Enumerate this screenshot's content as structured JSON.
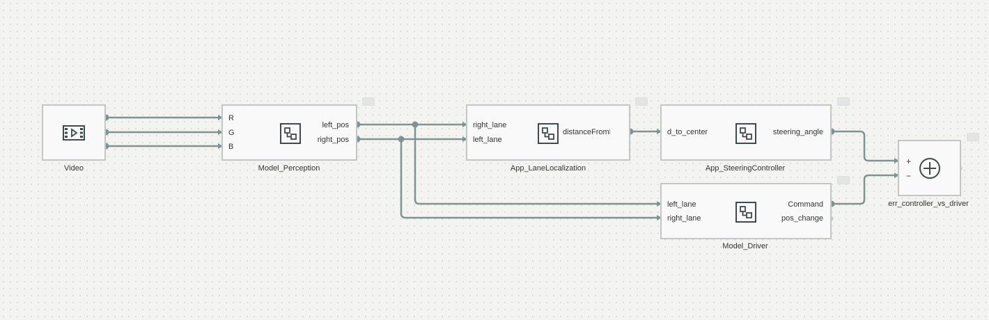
{
  "blocks": {
    "video": {
      "label": "Video",
      "icon": "video-icon"
    },
    "perception": {
      "label": "Model_Perception",
      "inputs": [
        "R",
        "G",
        "B"
      ],
      "outputs": [
        "left_pos",
        "right_pos"
      ],
      "icon": "subsystem-icon"
    },
    "localization": {
      "label": "App_LaneLocalization",
      "inputs": [
        "right_lane",
        "left_lane"
      ],
      "outputs": [
        "distanceFromLane"
      ],
      "icon": "subsystem-icon"
    },
    "steering": {
      "label": "App_SteeringController",
      "inputs": [
        "d_to_center"
      ],
      "outputs": [
        "steering_angle"
      ],
      "icon": "subsystem-icon"
    },
    "driver": {
      "label": "Model_Driver",
      "inputs": [
        "left_lane",
        "right_lane"
      ],
      "outputs": [
        "Command",
        "pos_change"
      ],
      "icon": "subsystem-icon"
    },
    "sum": {
      "label": "err_controller_vs_driver",
      "inputs": [
        "+",
        "−"
      ],
      "icon": "plus-circle-icon"
    }
  },
  "colors": {
    "wire": "#7f9392",
    "block_border": "#c3c6c6",
    "block_fill": "#f8f9f8",
    "icon": "#3f4a4a"
  }
}
